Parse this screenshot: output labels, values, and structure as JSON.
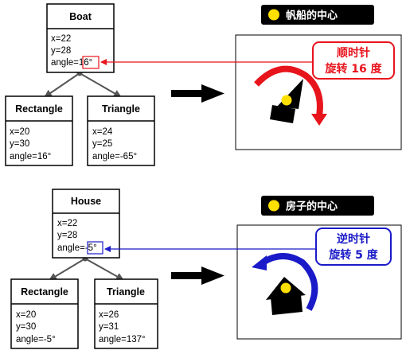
{
  "colors": {
    "red": "#e8141c",
    "blue": "#1a1ac8",
    "yellow": "#ffe000",
    "black": "#000000",
    "edge_gray": "#555555"
  },
  "top": {
    "parent": {
      "title": "Boat",
      "x": "x=22",
      "y": "y=28",
      "angle": "angle=16°"
    },
    "left_child": {
      "title": "Rectangle",
      "x": "x=20",
      "y": "y=30",
      "angle": "angle=16°"
    },
    "right_child": {
      "title": "Triangle",
      "x": "x=24",
      "y": "y=25",
      "angle": "angle=-65°"
    },
    "badge": "帆船的中心",
    "callout": {
      "line1": "顺时针",
      "line2": "旋转 16 度"
    },
    "icons": [
      "yellow-dot-icon",
      "right-arrow-icon",
      "clockwise-arrow-icon",
      "boat-shape-icon"
    ]
  },
  "bottom": {
    "parent": {
      "title": "House",
      "x": "x=22",
      "y": "y=28",
      "angle": "angle=-5°"
    },
    "left_child": {
      "title": "Rectangle",
      "x": "x=20",
      "y": "y=30",
      "angle": "angle=-5°"
    },
    "right_child": {
      "title": "Triangle",
      "x": "x=26",
      "y": "y=31",
      "angle": "angle=137°"
    },
    "badge": "房子的中心",
    "callout": {
      "line1": "逆时针",
      "line2": "旋转 5 度"
    },
    "icons": [
      "yellow-dot-icon",
      "right-arrow-icon",
      "counterclockwise-arrow-icon",
      "house-shape-icon"
    ]
  }
}
